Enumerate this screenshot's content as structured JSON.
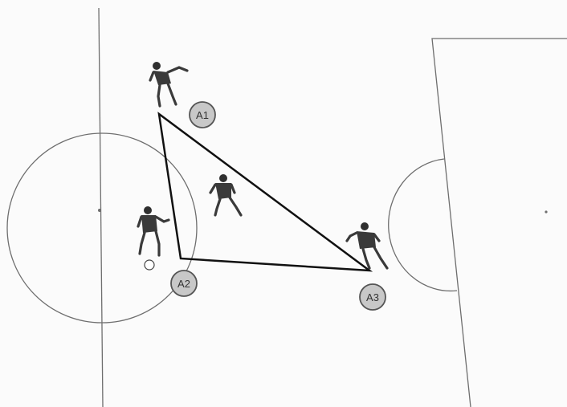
{
  "labels": {
    "a1": "A1",
    "a2": "A2",
    "a3": "A3"
  },
  "colors": {
    "background": "#fbfbfb",
    "field_lines": "#6e6e6e",
    "triangle": "#111111",
    "players": "#3a3a3a",
    "label_fill": "#c8c8c8"
  },
  "icons": {
    "player": "player-figure-icon",
    "ball": "soccer-ball-icon"
  }
}
